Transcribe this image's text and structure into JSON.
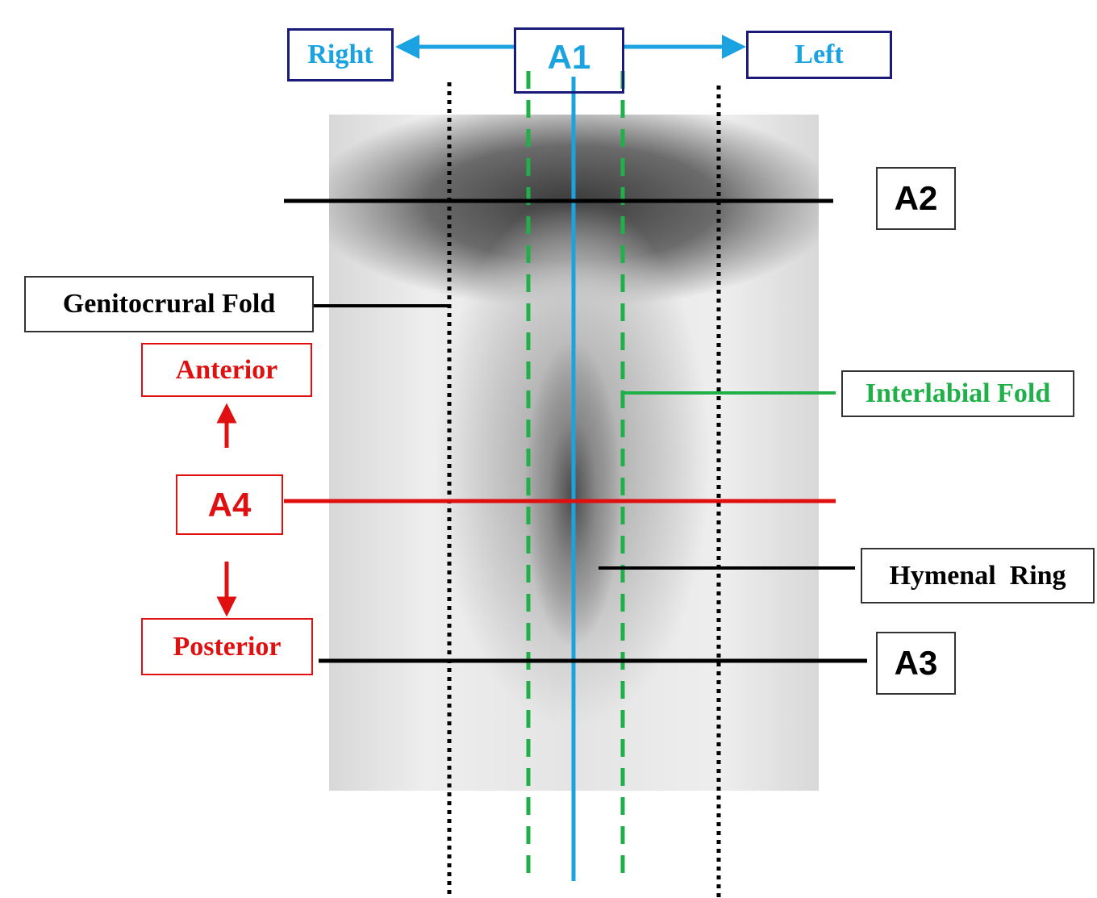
{
  "labels": {
    "a1": "A1",
    "a2": "A2",
    "a3": "A3",
    "a4": "A4",
    "right": "Right",
    "left": "Left",
    "genitocrural_fold": "Genitocrural Fold",
    "anterior": "Anterior",
    "posterior": "Posterior",
    "interlabial_fold": "Interlabial Fold",
    "hymenal_ring": "Hymenal  Ring"
  },
  "colors": {
    "blue": "#1aa3e0",
    "navy": "#1a1a7a",
    "green": "#1fb04a",
    "red": "#e01010",
    "black": "#000000"
  }
}
